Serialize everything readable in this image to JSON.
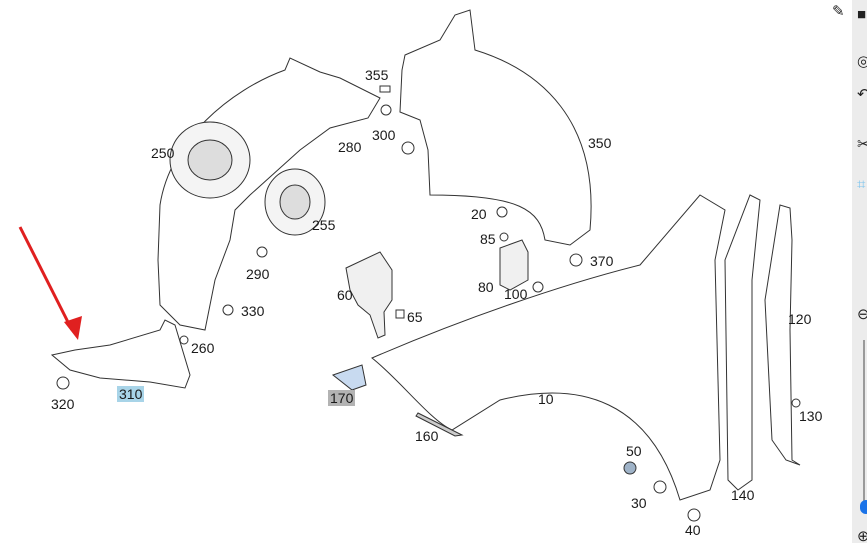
{
  "diagram": {
    "title": "Front fender and wheel arch liner exploded parts diagram",
    "highlight_arrow_color": "#e02020",
    "part_labels": [
      {
        "id": "250",
        "text": "250"
      },
      {
        "id": "255",
        "text": "255"
      },
      {
        "id": "280",
        "text": "280"
      },
      {
        "id": "290",
        "text": "290"
      },
      {
        "id": "330",
        "text": "330"
      },
      {
        "id": "260",
        "text": "260"
      },
      {
        "id": "310",
        "text": "310",
        "highlight": "blue"
      },
      {
        "id": "320",
        "text": "320"
      },
      {
        "id": "355",
        "text": "355"
      },
      {
        "id": "300",
        "text": "300"
      },
      {
        "id": "350",
        "text": "350"
      },
      {
        "id": "20",
        "text": "20"
      },
      {
        "id": "85",
        "text": "85"
      },
      {
        "id": "80",
        "text": "80"
      },
      {
        "id": "100",
        "text": "100"
      },
      {
        "id": "370",
        "text": "370"
      },
      {
        "id": "60",
        "text": "60"
      },
      {
        "id": "65",
        "text": "65"
      },
      {
        "id": "170",
        "text": "170",
        "highlight": "gray"
      },
      {
        "id": "10",
        "text": "10"
      },
      {
        "id": "160",
        "text": "160"
      },
      {
        "id": "50",
        "text": "50"
      },
      {
        "id": "30",
        "text": "30"
      },
      {
        "id": "40",
        "text": "40"
      },
      {
        "id": "140",
        "text": "140"
      },
      {
        "id": "120",
        "text": "120"
      },
      {
        "id": "130",
        "text": "130"
      }
    ],
    "colors": {
      "highlight_blue": "#a8d4e8",
      "highlight_gray": "#b3b3b3",
      "part_170_fill": "#c8daf0",
      "part_50_fill": "#9fb3c8"
    }
  },
  "toolbar": {
    "icons": [
      "edit-icon",
      "layers-icon",
      "target-icon",
      "undo-icon",
      "cut-icon",
      "crop-icon",
      "zoom-out-icon",
      "zoom-in-icon"
    ],
    "glyphs": {
      "edit": "✎",
      "layers": "■",
      "target": "◎",
      "undo": "↶",
      "cut": "✂",
      "crop": "⌗",
      "zoom_out": "⊖",
      "zoom_in": "⊕"
    },
    "zoom_level_fraction": 0.95,
    "accent_color": "#1a73e8"
  }
}
